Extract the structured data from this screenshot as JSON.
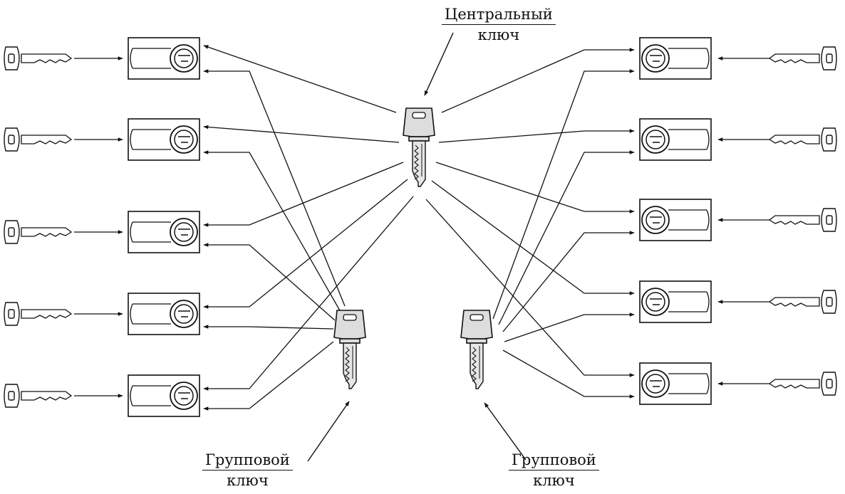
{
  "labels": {
    "central": {
      "line1": "Центральный",
      "line2": "ключ"
    },
    "group_left": {
      "line1": "Групповой",
      "line2": "ключ"
    },
    "group_right": {
      "line1": "Групповой",
      "line2": "ключ"
    }
  },
  "locks": [
    {
      "id": "L1",
      "side": "left",
      "group": "left"
    },
    {
      "id": "L2",
      "side": "left",
      "group": "left"
    },
    {
      "id": "L3",
      "side": "left",
      "group": "left"
    },
    {
      "id": "L4",
      "side": "left",
      "group": "left"
    },
    {
      "id": "L5",
      "side": "left",
      "group": "left"
    },
    {
      "id": "R1",
      "side": "right",
      "group": "right"
    },
    {
      "id": "R2",
      "side": "right",
      "group": "right"
    },
    {
      "id": "R3",
      "side": "right",
      "group": "right"
    },
    {
      "id": "R4",
      "side": "right",
      "group": "right"
    },
    {
      "id": "R5",
      "side": "right",
      "group": "right"
    }
  ],
  "master_keys": [
    "central",
    "group_left",
    "group_right"
  ]
}
